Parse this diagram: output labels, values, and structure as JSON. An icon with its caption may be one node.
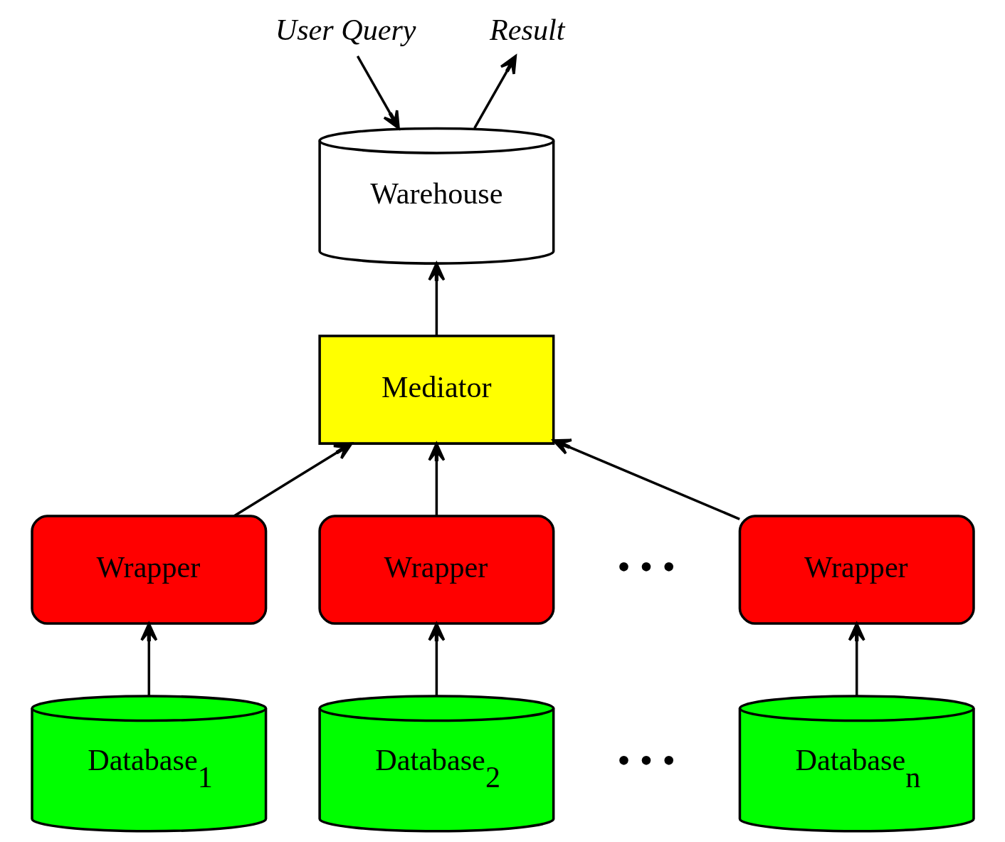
{
  "diagram": {
    "nodes": [
      {
        "text": [
          "User Query"
        ]
      },
      {
        "text": [
          "Result"
        ]
      },
      {
        "text": [
          "Warehouse"
        ]
      },
      {
        "text": [
          "Mediator"
        ]
      },
      {
        "text": [
          "Wrapper"
        ]
      },
      {
        "text": [
          "Wrapper"
        ]
      },
      {
        "text": [
          "Wrapper"
        ]
      },
      {
        "text": [
          "Database$_{1}$"
        ]
      },
      {
        "text": [
          "Database$_{2}$"
        ]
      },
      {
        "text": [
          "Database$_{n}$"
        ]
      }
    ],
    "edges": [
      {
        "from": 0,
        "to": 2,
        "arrow": "to"
      },
      {
        "from": 2,
        "to": 1,
        "arrow": "to"
      },
      {
        "from": 3,
        "to": 2,
        "arrow": "to"
      },
      {
        "from": 4,
        "to": 3,
        "arrow": "to"
      },
      {
        "from": 5,
        "to": 3,
        "arrow": "to"
      },
      {
        "from": 6,
        "to": 3,
        "arrow": "to"
      },
      {
        "from": 7,
        "to": 4,
        "arrow": "to"
      },
      {
        "from": 8,
        "to": 5,
        "arrow": "to"
      },
      {
        "from": 9,
        "to": 6,
        "arrow": "to"
      }
    ],
    "labels": [
      "• • •",
      "• • •"
    ]
  }
}
